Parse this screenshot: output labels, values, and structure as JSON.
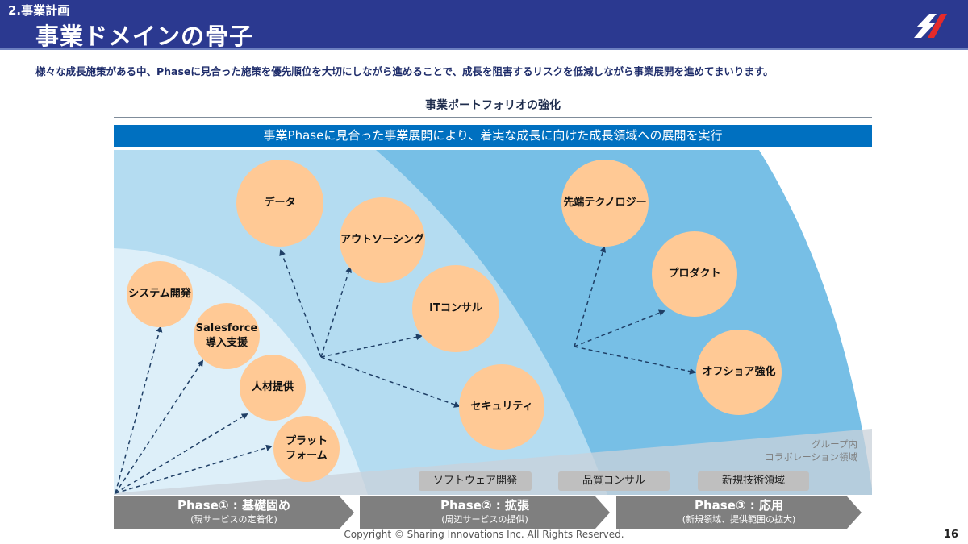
{
  "header": {
    "section_label": "2.事業計画",
    "title": "事業ドメインの骨子",
    "logo_icon": "sharing-innovations-logo",
    "colors": {
      "band": "#2B3990",
      "logo_white": "#FFFFFF",
      "logo_red": "#E52A2A"
    }
  },
  "lead": "様々な成長施策がある中、Phaseに見合った施策を優先順位を大切にしながら進めることで、成長を阻害するリスクを低減しながら事業展開を進めてまいります。",
  "portfolio": {
    "title": "事業ポートフォリオの強化",
    "banner": "事業Phaseに見合った事業展開により、着実な成長に向けた成長領域への展開を実行",
    "colors": {
      "banner": "#0070C0",
      "zone_inner": "#DDEFF9",
      "zone_middle": "#B4DCF1",
      "zone_outer": "#77BFE6",
      "circle": "#FFC995",
      "arrow": "#1F3F66",
      "chip": "#BFBFBF"
    },
    "circles": [
      {
        "id": "system",
        "label": "システム開発",
        "phase": 1
      },
      {
        "id": "salesforce",
        "label": "Salesforce\n導入支援",
        "line1": "Salesforce",
        "line2": "導入支援",
        "phase": 1
      },
      {
        "id": "talent",
        "label": "人材提供",
        "phase": 1
      },
      {
        "id": "platform",
        "label": "プラット\nフォーム",
        "line1": "プラット",
        "line2": "フォーム",
        "phase": 1
      },
      {
        "id": "data",
        "label": "データ",
        "phase": 2
      },
      {
        "id": "outsourcing",
        "label": "アウトソーシング",
        "phase": 2
      },
      {
        "id": "itconsul",
        "label": "ITコンサル",
        "phase": 2
      },
      {
        "id": "security",
        "label": "セキュリティ",
        "phase": 2
      },
      {
        "id": "advanced",
        "label": "先端テクノロジー",
        "phase": 3
      },
      {
        "id": "product",
        "label": "プロダクト",
        "phase": 3
      },
      {
        "id": "offshore",
        "label": "オフショア強化",
        "phase": 3
      }
    ],
    "collaboration": {
      "line1": "グループ内",
      "line2": "コラボレーション領域",
      "chips": [
        "ソフトウェア開発",
        "品質コンサル",
        "新規技術領域"
      ]
    }
  },
  "phases": [
    {
      "title": "Phase① : 基礎固め",
      "subtitle": "(現サービスの定着化)"
    },
    {
      "title": "Phase② : 拡張",
      "subtitle": "(周辺サービスの提供)"
    },
    {
      "title": "Phase③ : 応用",
      "subtitle": "(新規領域、提供範囲の拡大)"
    }
  ],
  "footer": {
    "copyright": "Copyright © Sharing Innovations Inc. All Rights Reserved.",
    "page_number": "16"
  }
}
